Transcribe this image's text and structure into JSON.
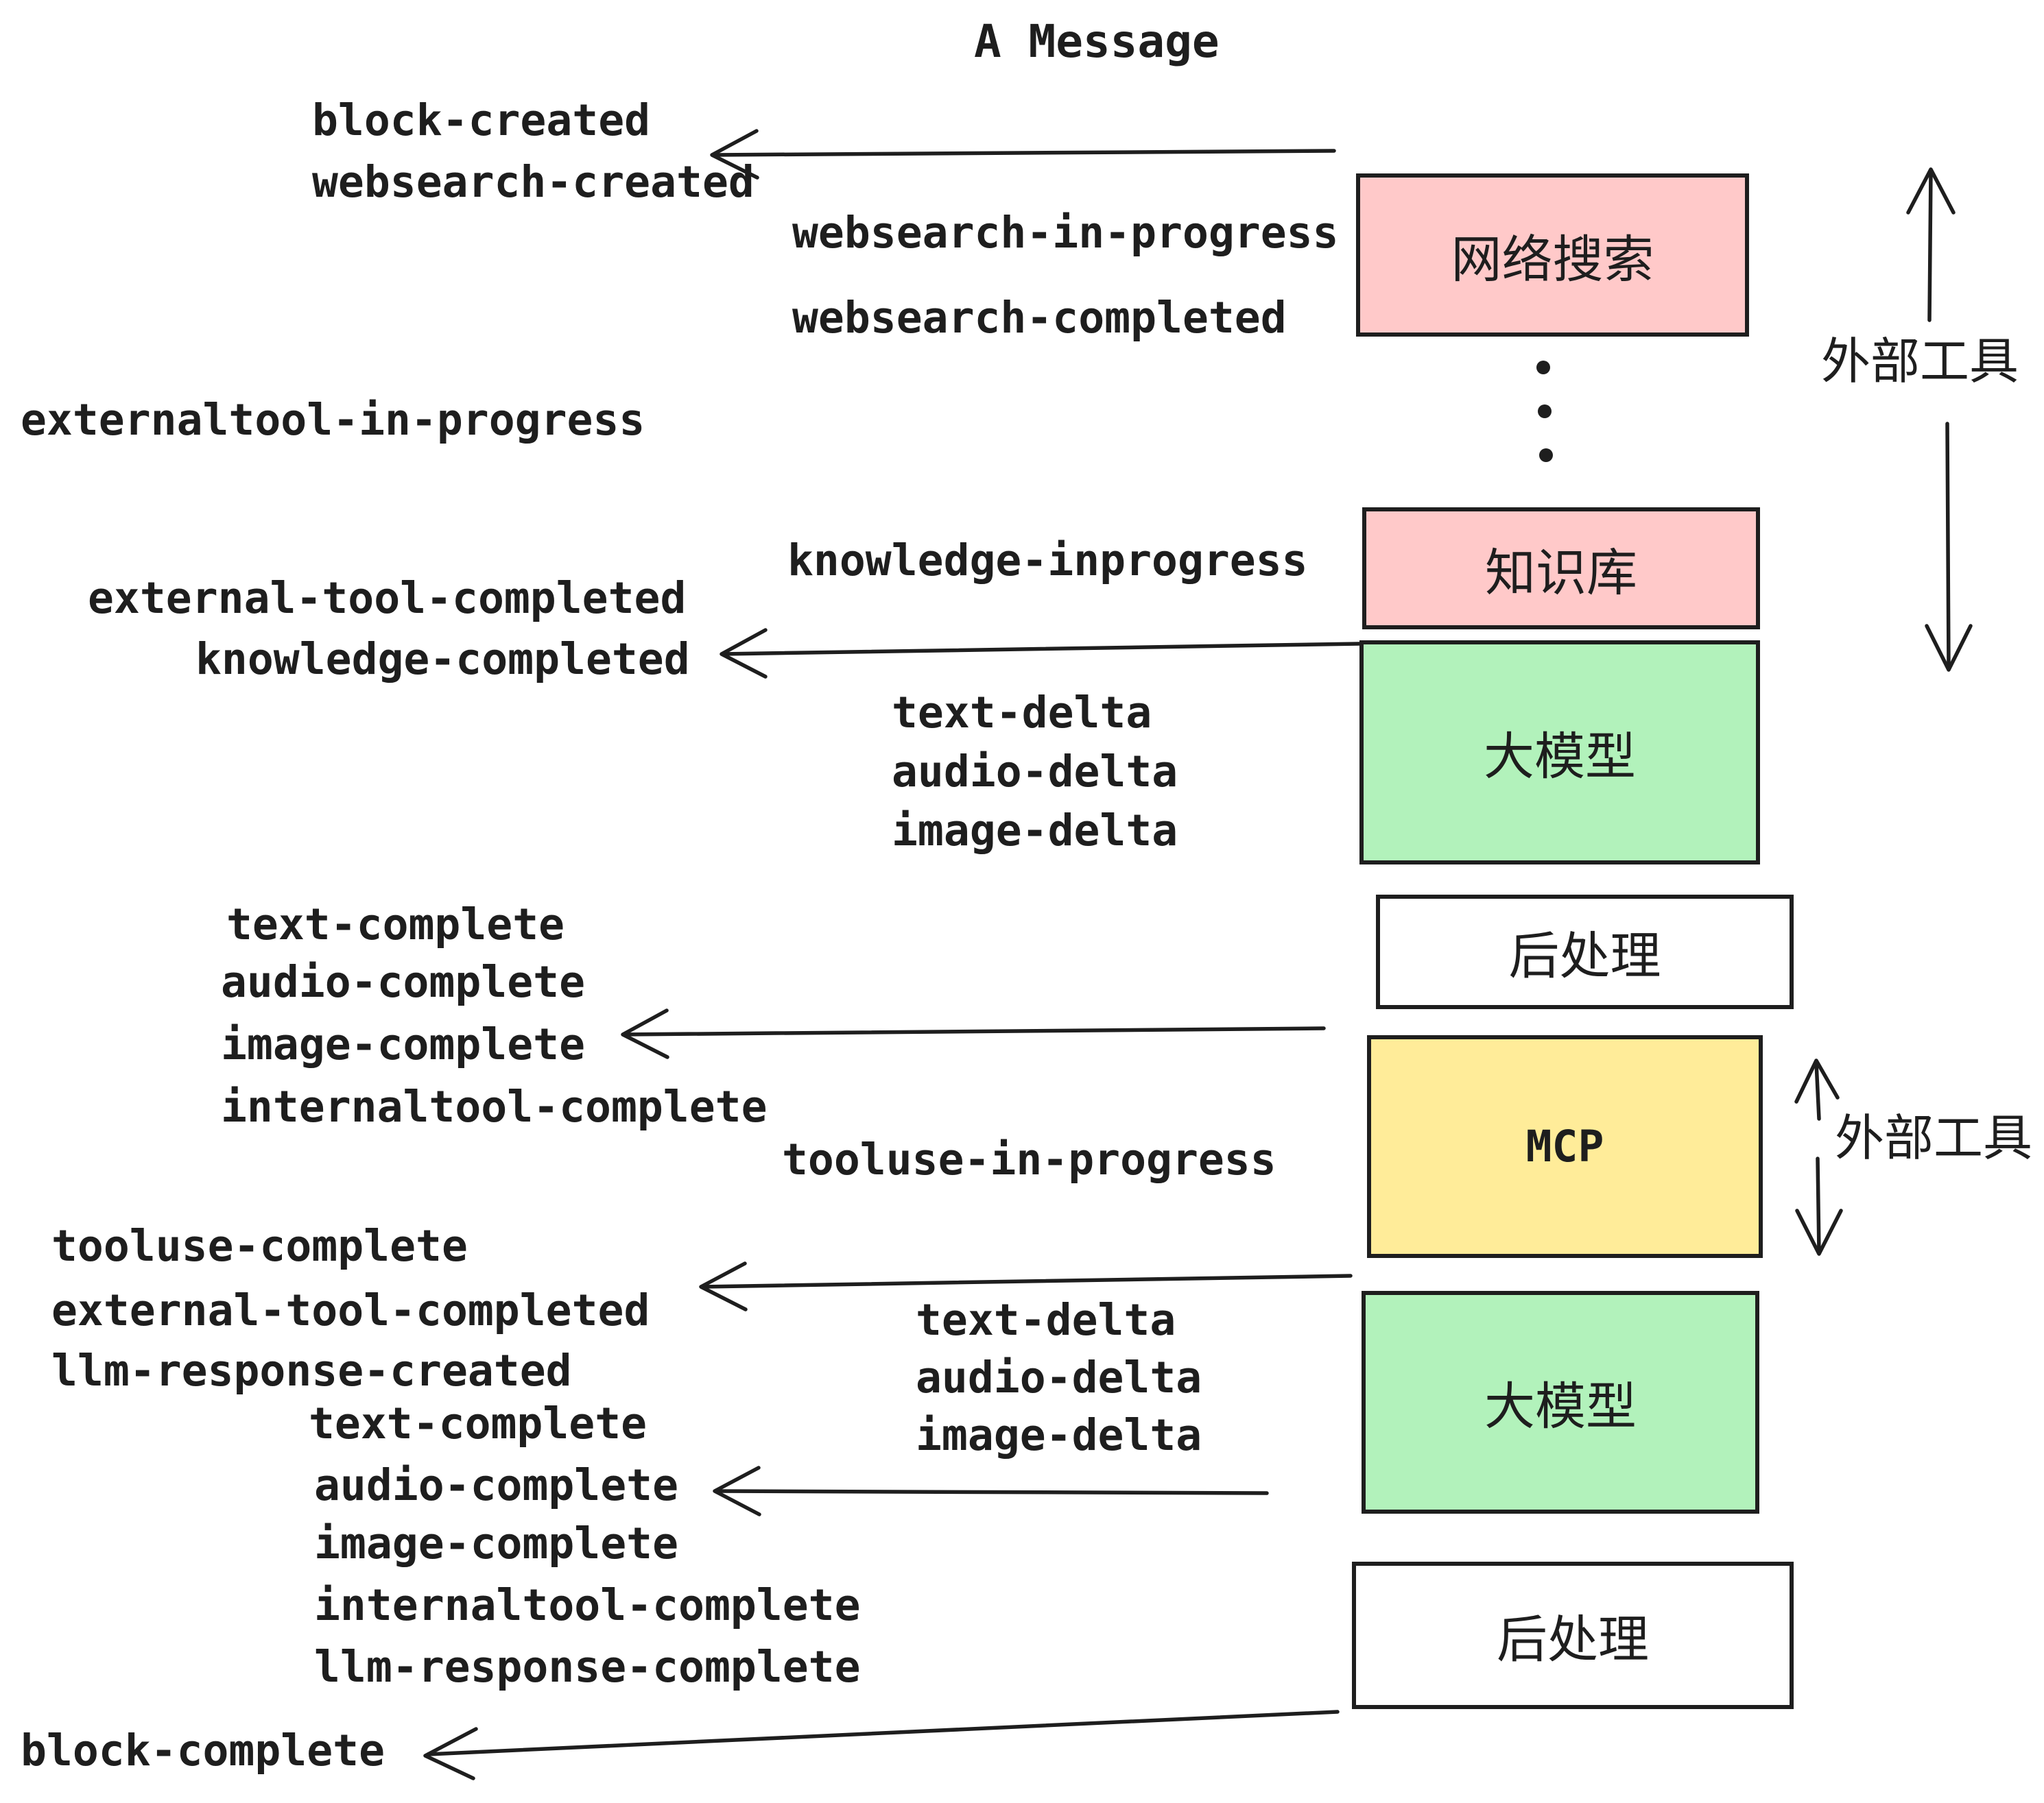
{
  "title": "A Message",
  "colors": {
    "ink": "#1e1e1e",
    "pink": "#ffc9c9",
    "green": "#b2f2bb",
    "yellow": "#ffec99",
    "white": "#ffffff"
  },
  "events": [
    "block-created",
    "websearch-created",
    "websearch-in-progress",
    "websearch-completed",
    "externaltool-in-progress",
    "knowledge-inprogress",
    "external-tool-completed",
    "knowledge-completed",
    "text-delta",
    "audio-delta",
    "image-delta",
    "text-complete",
    "audio-complete",
    "image-complete",
    "internaltool-complete",
    "tooluse-in-progress",
    "tooluse-complete",
    "external-tool-completed",
    "llm-response-created",
    "text-complete",
    "audio-complete",
    "image-complete",
    "internaltool-complete",
    "llm-response-complete",
    "block-complete"
  ],
  "boxes": [
    {
      "label": "网络搜索",
      "fill": "#ffc9c9"
    },
    {
      "label": "知识库",
      "fill": "#ffc9c9"
    },
    {
      "label": "大模型",
      "fill": "#b2f2bb"
    },
    {
      "label": "后处理",
      "fill": "#ffffff"
    },
    {
      "label": "MCP",
      "fill": "#ffec99"
    },
    {
      "label": "大模型",
      "fill": "#b2f2bb"
    },
    {
      "label": "后处理",
      "fill": "#ffffff"
    }
  ],
  "side_labels": [
    {
      "text": "外部工具"
    },
    {
      "text": "外部工具"
    }
  ],
  "icons": {
    "vertical_ellipsis": "⋮"
  }
}
